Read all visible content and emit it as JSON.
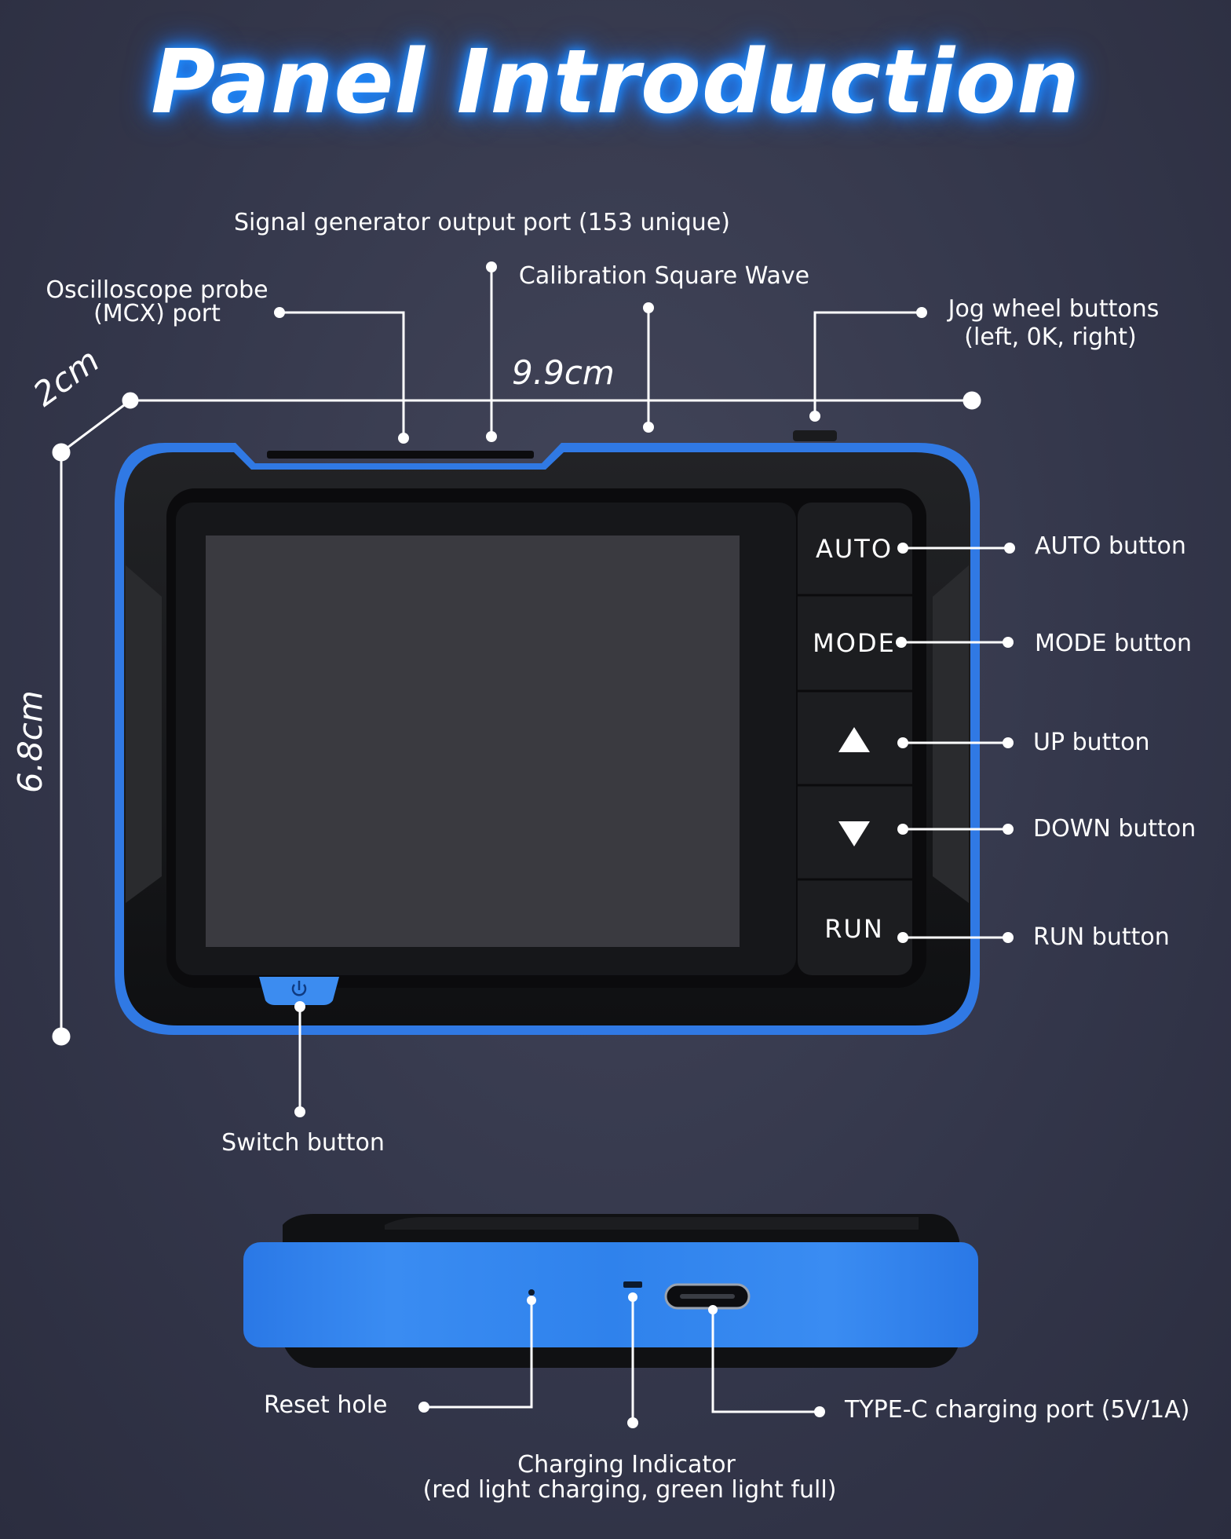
{
  "title": "Panel Introduction",
  "dimensions": {
    "width": "9.9cm",
    "depth": "2cm",
    "height": "6.8cm"
  },
  "device_buttons": {
    "auto": "AUTO",
    "mode": "MODE",
    "run": "RUN"
  },
  "callouts": {
    "probe_line1": "Oscilloscope probe",
    "probe_line2": "(MCX) port",
    "signal_gen": "Signal generator output port (153 unique)",
    "calibration": "Calibration Square Wave",
    "jog_line1": "Jog wheel buttons",
    "jog_line2": "(left, 0K, right)",
    "auto_button": "AUTO button",
    "mode_button": "MODE button",
    "up_button": "UP button",
    "down_button": "DOWN button",
    "run_button": "RUN button",
    "switch_button": "Switch button",
    "reset_hole": "Reset hole",
    "charging_line1": "Charging Indicator",
    "charging_line2": "(red light charging, green light full)",
    "typec": "TYPE-C charging port (5V/1A)"
  },
  "colors": {
    "accent_blue": "#2f7fe8",
    "background": "#373a4e",
    "device_black": "#141517",
    "screen": "#3a3a40"
  },
  "icons": {
    "power": "power-icon",
    "up": "triangle-up-icon",
    "down": "triangle-down-icon"
  }
}
